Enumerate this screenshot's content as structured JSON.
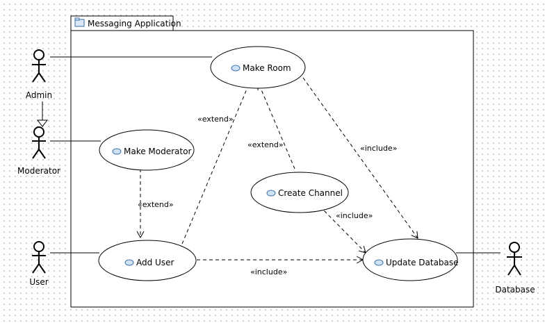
{
  "diagram": {
    "system_title": "Messaging Application",
    "actors": {
      "admin": "Admin",
      "moderator": "Moderator",
      "user": "User",
      "database": "Database"
    },
    "use_cases": {
      "make_room": "Make Room",
      "make_moderator": "Make Moderator",
      "create_channel": "Create Channel",
      "add_user": "Add User",
      "update_database": "Update Database"
    },
    "relations": {
      "add_user_extend_make_room": "«extend»",
      "create_channel_extend_make_room": "«extend»",
      "make_moderator_extend_add_user": "«extend»",
      "make_room_include_update_database": "«include»",
      "create_channel_include_update_database": "«include»",
      "add_user_include_update_database": "«include»"
    }
  }
}
